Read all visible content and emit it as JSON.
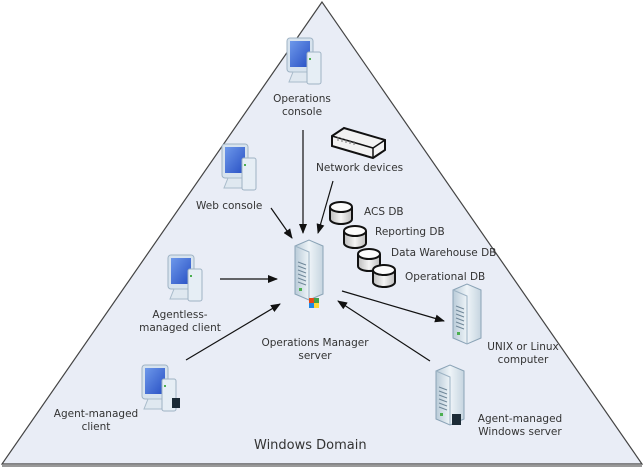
{
  "diagram": {
    "title": "Windows Domain",
    "colors": {
      "triangle_fill": "#e9edf6",
      "triangle_stroke": "#444444",
      "arrow": "#111111",
      "monitor_screen": "#3f6fd8",
      "device_body": "#dce6ee"
    },
    "nodes": {
      "operations_console": {
        "line1": "Operations",
        "line2": "console"
      },
      "network_devices": {
        "label": "Network devices"
      },
      "web_console": {
        "label": "Web console"
      },
      "agentless_client": {
        "line1": "Agentless-",
        "line2": "managed client"
      },
      "agent_client": {
        "line1": "Agent-managed",
        "line2": "client"
      },
      "ops_manager_server": {
        "line1": "Operations Manager",
        "line2": "server"
      },
      "unix_computer": {
        "line1": "UNIX or Linux",
        "line2": "computer"
      },
      "agent_windows_server": {
        "line1": "Agent-managed",
        "line2": "Windows server"
      }
    },
    "databases": [
      "ACS DB",
      "Reporting DB",
      "Data Warehouse DB",
      "Operational DB"
    ],
    "connections": [
      {
        "from": "Operations console",
        "to": "Operations Manager server"
      },
      {
        "from": "Network devices",
        "to": "Operations Manager server"
      },
      {
        "from": "Web console",
        "to": "Operations Manager server"
      },
      {
        "from": "Agentless-managed client",
        "to": "Operations Manager server"
      },
      {
        "from": "Agent-managed client",
        "to": "Operations Manager server"
      },
      {
        "from": "Operations Manager server",
        "to": "UNIX or Linux computer"
      },
      {
        "from": "Agent-managed Windows server",
        "to": "Operations Manager server"
      }
    ]
  }
}
